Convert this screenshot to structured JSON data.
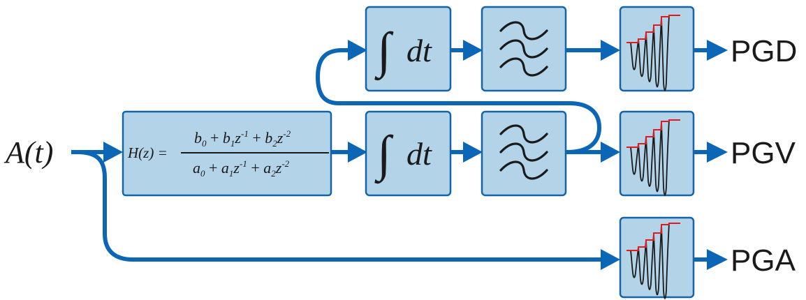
{
  "input": {
    "label": "A(t)"
  },
  "filter": {
    "lhs": "H(z) =",
    "numerator": {
      "b0": "b",
      "b0_sub": "0",
      "b1": "b",
      "b1_sub": "1",
      "z1": "z",
      "z1_sup": "-1",
      "b2": "b",
      "b2_sub": "2",
      "z2": "z",
      "z2_sup": "-2",
      "plus": "+"
    },
    "denominator": {
      "a0": "a",
      "a0_sub": "0",
      "a1": "a",
      "a1_sub": "1",
      "z1": "z",
      "z1_sup": "-1",
      "a2": "a",
      "a2_sub": "2",
      "z2": "z",
      "z2_sup": "-2",
      "plus": "+"
    }
  },
  "integrator": {
    "symbol": "∫",
    "dt": "dt"
  },
  "outputs": {
    "pgd": "PGD",
    "pgv": "PGV",
    "pga": "PGA"
  },
  "icons": {
    "integrator": "integral-icon",
    "highpass": "bandpass-filter-icon",
    "peak": "peak-detector-icon"
  },
  "colors": {
    "box_fill": "#b3d3e8",
    "box_stroke": "#1464a8",
    "wire": "#0b66b5",
    "envelope": "#e01b1b"
  }
}
